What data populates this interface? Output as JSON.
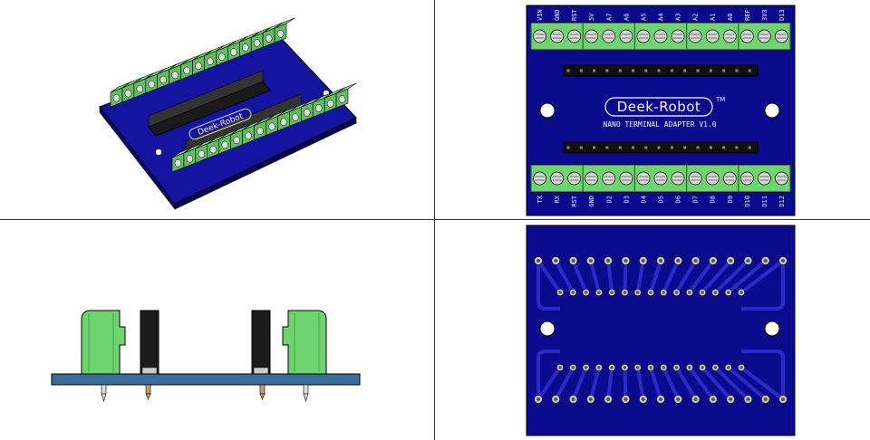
{
  "board": {
    "brand": "Deek-Robot",
    "trademark": "TM",
    "subtitle": "NANO TERMINAL ADAPTER V1.0",
    "top_pins": [
      "VIN",
      "GND",
      "RST",
      "5V",
      "A7",
      "A6",
      "A5",
      "A4",
      "A3",
      "A2",
      "A1",
      "A0",
      "REF",
      "3V3",
      "D13"
    ],
    "bottom_pins": [
      "TX",
      "RX",
      "RST",
      "GND",
      "D2",
      "D3",
      "D4",
      "D5",
      "D6",
      "D7",
      "D8",
      "D9",
      "D10",
      "D11",
      "D12"
    ]
  },
  "colors": {
    "pcb": "#0a0a8c",
    "terminal": "#6fd36f",
    "header": "#222222",
    "side_board": "#3c6c9c"
  },
  "views": [
    "isometric",
    "top",
    "side",
    "bottom"
  ]
}
